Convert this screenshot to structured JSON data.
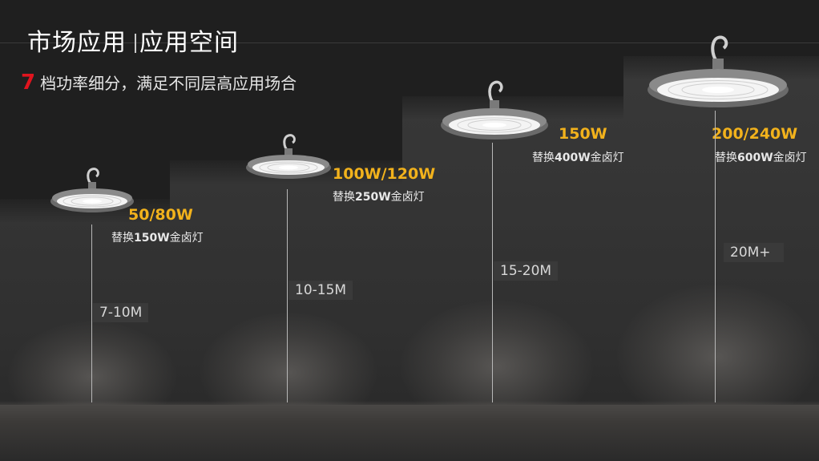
{
  "header": {
    "title_main": "市场应用",
    "title_sub": "应用空间"
  },
  "subtitle": {
    "number": "7",
    "text": "档功率细分，满足不同层高应用场合"
  },
  "products": [
    {
      "power": "50/80W",
      "replace_prefix": "替换",
      "replace_value": "150W",
      "replace_suffix": "金卤灯",
      "height": "7-10M"
    },
    {
      "power": "100W/120W",
      "replace_prefix": "替换",
      "replace_value": "250W",
      "replace_suffix": "金卤灯",
      "height": "10-15M"
    },
    {
      "power": "150W",
      "replace_prefix": "替换",
      "replace_value": "400W",
      "replace_suffix": "金卤灯",
      "height": "15-20M"
    },
    {
      "power": "200/240W",
      "replace_prefix": "替换",
      "replace_value": "600W",
      "replace_suffix": "金卤灯",
      "height": "20M+"
    }
  ],
  "colors": {
    "accent_power": "#f2b21c",
    "accent_number": "#e0141e"
  },
  "icons": [
    "highbay-lamp-icon"
  ]
}
